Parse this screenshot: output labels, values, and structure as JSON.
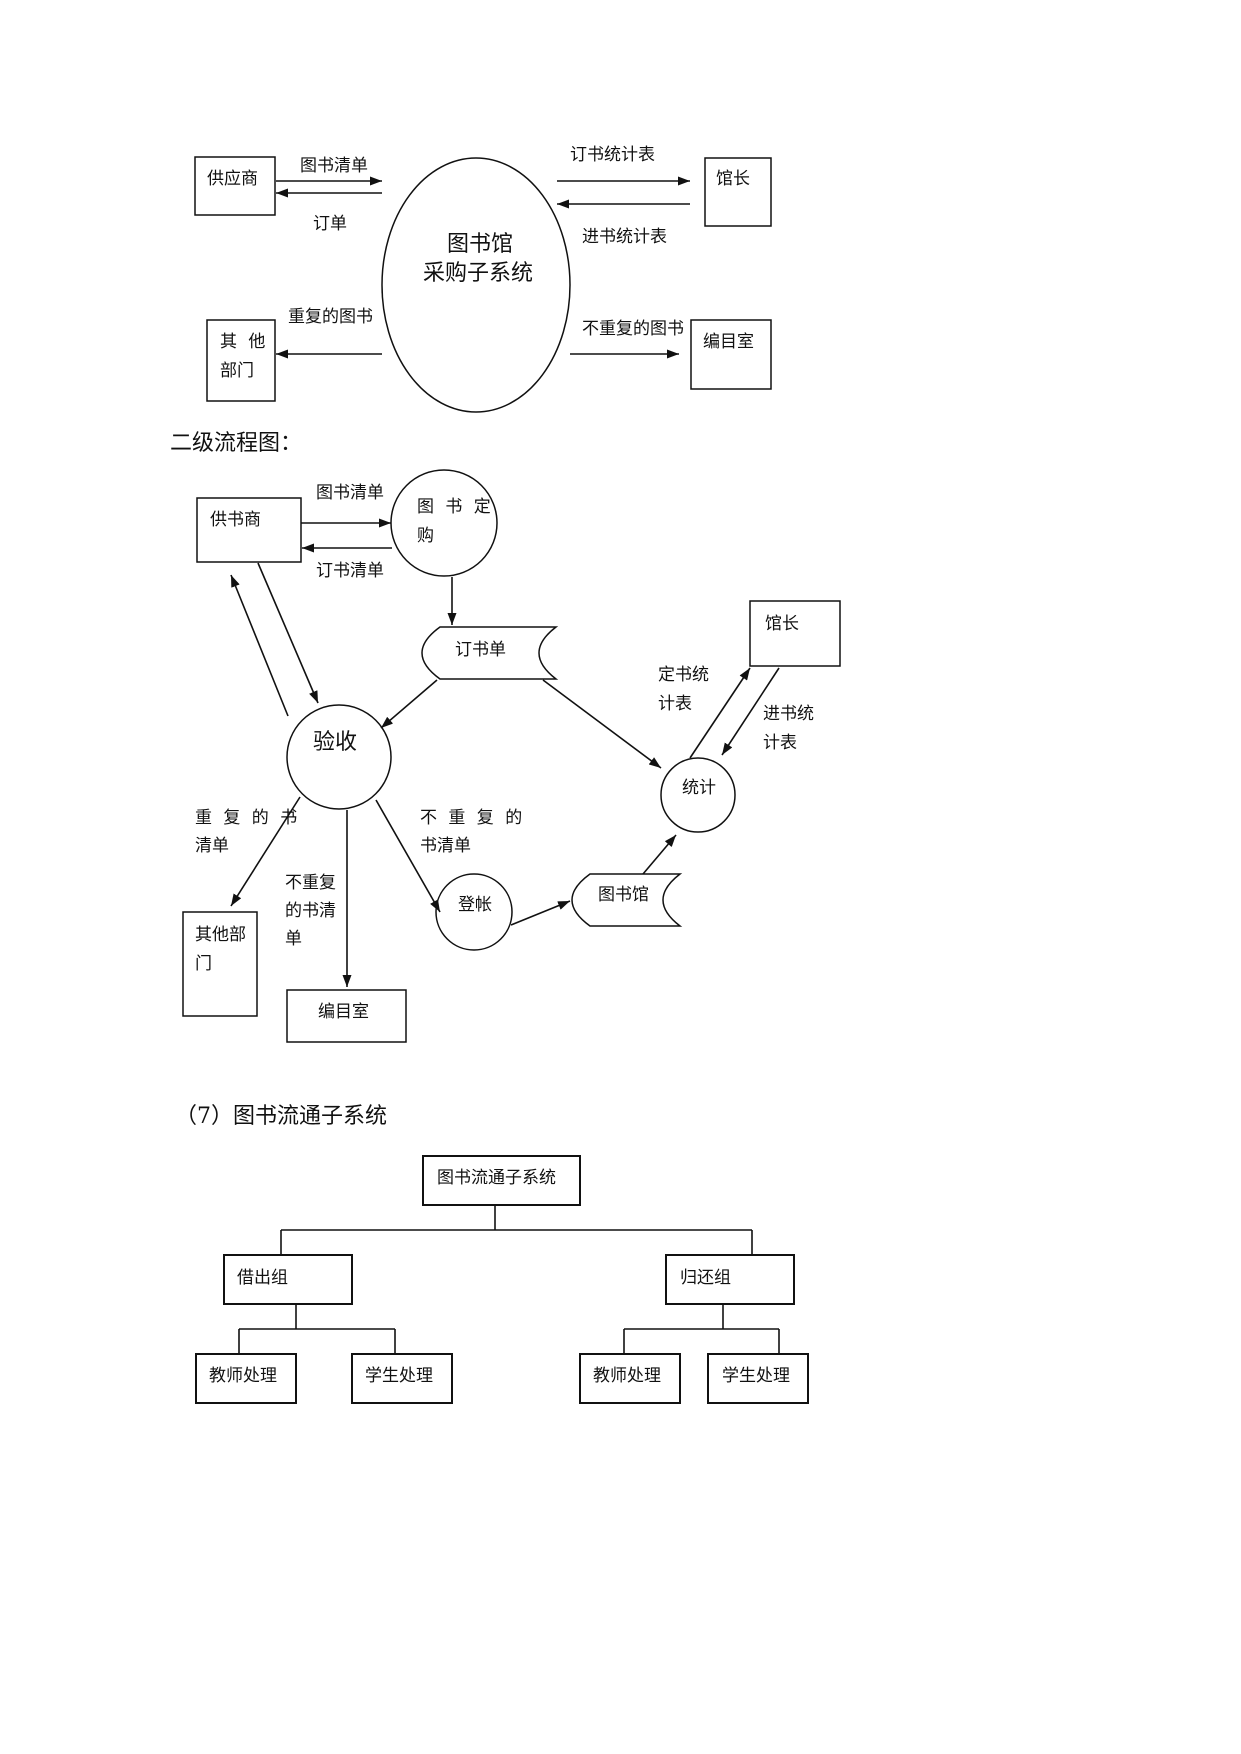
{
  "context_diagram": {
    "supplier": "供应商",
    "book_list": "图书清单",
    "order": "订单",
    "system_line1": "图书馆",
    "system_line2": "采购子系统",
    "director": "馆长",
    "order_stats": "订书统计表",
    "stock_stats": "进书统计表",
    "other_dept": [
      "其 他",
      "部门"
    ],
    "duplicate_books": "重复的图书",
    "catalog_room": "编目室",
    "non_duplicate_books": "不重复的图书"
  },
  "level2_heading": "二级流程图：",
  "level2_diagram": {
    "supplier": "供书商",
    "book_list": "图书清单",
    "order_list": "订书清单",
    "ordering_process": [
      "图 书 定",
      "购"
    ],
    "order_store": "订书单",
    "acceptance": "验收",
    "director": "馆长",
    "order_stats": [
      "定书统",
      "计表"
    ],
    "stock_stats": [
      "进书统",
      "计表"
    ],
    "statistics": "统计",
    "duplicate_list": [
      "重 复 的 书",
      "清单"
    ],
    "non_duplicate_list_a": [
      "不 重 复 的",
      "书清单"
    ],
    "non_duplicate_list_b": [
      "不重复",
      "的书清",
      "单"
    ],
    "register": "登帐",
    "library_store": "图书馆",
    "other_dept": [
      "其他部",
      "门"
    ],
    "catalog_room": "编目室"
  },
  "section_heading": "（7）图书流通子系统",
  "hierarchy": {
    "root": "图书流通子系统",
    "lending_group": "借出组",
    "return_group": "归还组",
    "lending_children": [
      "教师处理",
      "学生处理"
    ],
    "return_children": [
      "教师处理",
      "学生处理"
    ]
  }
}
